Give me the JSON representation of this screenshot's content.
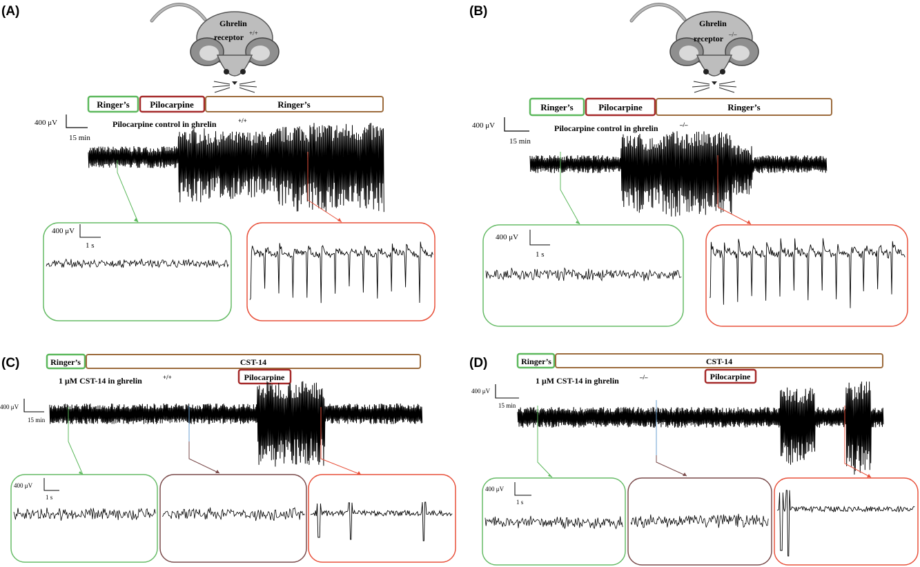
{
  "panels": {
    "A": {
      "letter": "(A)",
      "mouse_line1": "Ghrelin",
      "mouse_line2": "receptor",
      "mouse_sup": "+/+",
      "segments": [
        "Ringer’s",
        "Pilocarpine",
        "Ringer’s"
      ],
      "title": "Pilocarpine control in ghrelin",
      "title_sup": "+/+",
      "scale_v": "400 μV",
      "scale_t": "15 min",
      "inset_scale_v": "400 μV",
      "inset_scale_t": "1 s"
    },
    "B": {
      "letter": "(B)",
      "mouse_line1": "Ghrelin",
      "mouse_line2": "receptor",
      "mouse_sup": "–/–",
      "segments": [
        "Ringer’s",
        "Pilocarpine",
        "Ringer’s"
      ],
      "title": "Pilocarpine control in ghrelin",
      "title_sup": "–/–",
      "scale_v": "400 μV",
      "scale_t": "15 min",
      "inset_scale_v": "400 μV",
      "inset_scale_t": "1 s"
    },
    "C": {
      "letter": "(C)",
      "segments": [
        "Ringer’s",
        "CST-14"
      ],
      "drug": "Pilocarpine",
      "title": "1 μM CST-14 in ghrelin",
      "title_sup": "+/+",
      "scale_v": "400 μV",
      "scale_t": "15 min",
      "inset_scale_v": "400 μV",
      "inset_scale_t": "1 s"
    },
    "D": {
      "letter": "(D)",
      "segments": [
        "Ringer’s",
        "CST-14"
      ],
      "drug": "Pilocarpine",
      "title": "1 μM CST-14 in ghrelin",
      "title_sup": "–/–",
      "scale_v": "400 μV",
      "scale_t": "15 min",
      "inset_scale_v": "400 μV",
      "inset_scale_t": "1 s"
    }
  },
  "colors": {
    "ringer": "#5cb85c",
    "pilocarpine": "#a52a2a",
    "ringer_post": "#9c6b3c",
    "cst14": "#9c6b3c",
    "green_inset": "#66bb66",
    "red_inset": "#e8503a",
    "brown_inset": "#7a4a4a",
    "blue_marker": "#6a9fd0",
    "trace": "#000000"
  }
}
